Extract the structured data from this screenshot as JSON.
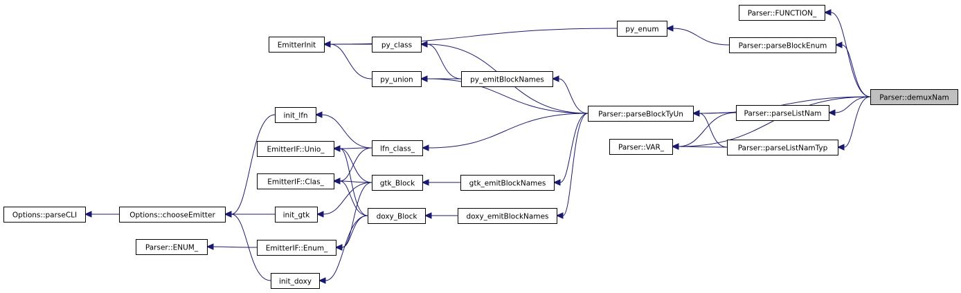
{
  "graph": {
    "focus_node": "demuxNam",
    "colors": {
      "edge": "#191970",
      "highlight_fill": "#bfbfbf",
      "node_fill": "#ffffff",
      "node_stroke": "#000000"
    },
    "nodes": [
      {
        "id": "parseCLI",
        "label": "Options::parseCLI",
        "interactable": true
      },
      {
        "id": "chooseEmitter",
        "label": "Options::chooseEmitter",
        "interactable": true
      },
      {
        "id": "ENUM_",
        "label": "Parser::ENUM_",
        "interactable": true
      },
      {
        "id": "EmitterInit",
        "label": "EmitterInit",
        "interactable": true
      },
      {
        "id": "init_lfn",
        "label": "init_lfn",
        "interactable": true
      },
      {
        "id": "Unio_",
        "label": "EmitterIF::Unio_",
        "interactable": true
      },
      {
        "id": "Clas_",
        "label": "EmitterIF::Clas_",
        "interactable": true
      },
      {
        "id": "init_gtk",
        "label": "init_gtk",
        "interactable": true
      },
      {
        "id": "Enum_",
        "label": "EmitterIF::Enum_",
        "interactable": true
      },
      {
        "id": "init_doxy",
        "label": "init_doxy",
        "interactable": true
      },
      {
        "id": "py_class",
        "label": "py_class",
        "interactable": true
      },
      {
        "id": "py_union",
        "label": "py_union",
        "interactable": true
      },
      {
        "id": "lfn_class_",
        "label": "lfn_class_",
        "interactable": true
      },
      {
        "id": "gtk_Block",
        "label": "gtk_Block",
        "interactable": true
      },
      {
        "id": "doxy_Block",
        "label": "doxy_Block",
        "interactable": true
      },
      {
        "id": "py_emitBlockNames",
        "label": "py_emitBlockNames",
        "interactable": true
      },
      {
        "id": "gtk_emitBlockNames",
        "label": "gtk_emitBlockNames",
        "interactable": true
      },
      {
        "id": "doxy_emitBlockNames",
        "label": "doxy_emitBlockNames",
        "interactable": true
      },
      {
        "id": "py_enum",
        "label": "py_enum",
        "interactable": true
      },
      {
        "id": "parseBlockTyUn",
        "label": "Parser::parseBlockTyUn",
        "interactable": true
      },
      {
        "id": "VAR_",
        "label": "Parser::VAR_",
        "interactable": true
      },
      {
        "id": "FUNCTION_",
        "label": "Parser::FUNCTION_",
        "interactable": true
      },
      {
        "id": "parseBlockEnum",
        "label": "Parser::parseBlockEnum",
        "interactable": true
      },
      {
        "id": "parseListNam",
        "label": "Parser::parseListNam",
        "interactable": true
      },
      {
        "id": "parseListNamTyp",
        "label": "Parser::parseListNamTyp",
        "interactable": true
      },
      {
        "id": "demuxNam",
        "label": "Parser::demuxNam",
        "interactable": false
      }
    ],
    "edges": [
      {
        "from": "chooseEmitter",
        "to": "parseCLI"
      },
      {
        "from": "init_lfn",
        "to": "chooseEmitter"
      },
      {
        "from": "init_gtk",
        "to": "chooseEmitter"
      },
      {
        "from": "init_doxy",
        "to": "chooseEmitter"
      },
      {
        "from": "Enum_",
        "to": "ENUM_"
      },
      {
        "from": "py_class",
        "to": "EmitterInit"
      },
      {
        "from": "py_union",
        "to": "EmitterInit"
      },
      {
        "from": "py_enum",
        "to": "EmitterInit"
      },
      {
        "from": "lfn_class_",
        "to": "init_lfn"
      },
      {
        "from": "lfn_class_",
        "to": "Unio_"
      },
      {
        "from": "lfn_class_",
        "to": "Clas_"
      },
      {
        "from": "gtk_Block",
        "to": "Unio_"
      },
      {
        "from": "gtk_Block",
        "to": "Clas_"
      },
      {
        "from": "gtk_Block",
        "to": "init_gtk"
      },
      {
        "from": "gtk_Block",
        "to": "Enum_"
      },
      {
        "from": "doxy_Block",
        "to": "Unio_"
      },
      {
        "from": "doxy_Block",
        "to": "Clas_"
      },
      {
        "from": "doxy_Block",
        "to": "Enum_"
      },
      {
        "from": "doxy_Block",
        "to": "init_doxy"
      },
      {
        "from": "py_emitBlockNames",
        "to": "py_class"
      },
      {
        "from": "py_emitBlockNames",
        "to": "py_union"
      },
      {
        "from": "gtk_emitBlockNames",
        "to": "gtk_Block"
      },
      {
        "from": "doxy_emitBlockNames",
        "to": "doxy_Block"
      },
      {
        "from": "parseBlockTyUn",
        "to": "py_class"
      },
      {
        "from": "parseBlockTyUn",
        "to": "py_union"
      },
      {
        "from": "parseBlockTyUn",
        "to": "py_emitBlockNames"
      },
      {
        "from": "parseBlockTyUn",
        "to": "lfn_class_"
      },
      {
        "from": "parseBlockTyUn",
        "to": "gtk_emitBlockNames"
      },
      {
        "from": "parseBlockTyUn",
        "to": "doxy_emitBlockNames"
      },
      {
        "from": "parseBlockEnum",
        "to": "py_enum"
      },
      {
        "from": "parseListNam",
        "to": "parseBlockTyUn"
      },
      {
        "from": "parseListNam",
        "to": "VAR_"
      },
      {
        "from": "parseListNamTyp",
        "to": "parseBlockTyUn"
      },
      {
        "from": "parseListNamTyp",
        "to": "VAR_"
      },
      {
        "from": "demuxNam",
        "to": "FUNCTION_"
      },
      {
        "from": "demuxNam",
        "to": "parseBlockEnum"
      },
      {
        "from": "demuxNam",
        "to": "parseBlockTyUn"
      },
      {
        "from": "demuxNam",
        "to": "parseListNam"
      },
      {
        "from": "demuxNam",
        "to": "parseListNamTyp"
      },
      {
        "from": "demuxNam",
        "to": "VAR_"
      }
    ]
  }
}
